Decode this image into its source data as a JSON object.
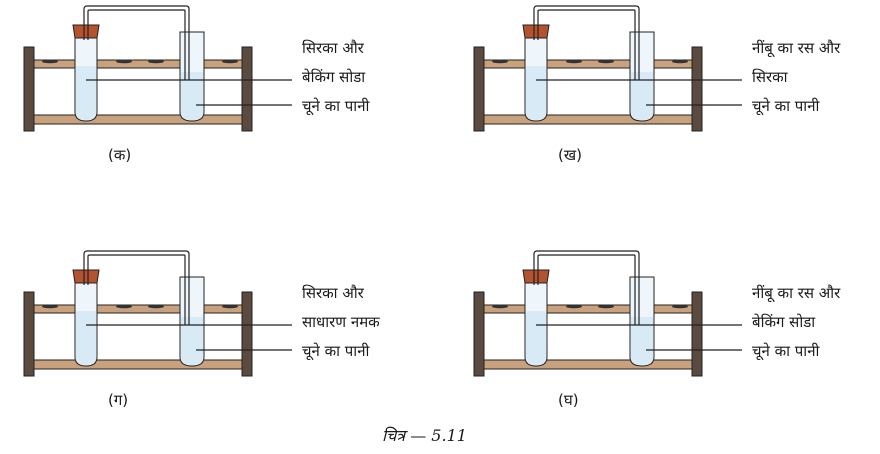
{
  "panels": [
    {
      "id": "ka",
      "caption": "(क)",
      "labels": [
        "सिरका और",
        "बेकिंग सोडा",
        "चूने का पानी"
      ]
    },
    {
      "id": "kha",
      "caption": "(ख)",
      "labels": [
        "नींबू का रस और",
        "सिरका",
        "चूने का पानी"
      ]
    },
    {
      "id": "ga",
      "caption": "(ग)",
      "labels": [
        "सिरका और",
        "साधारण नमक",
        "चूने का पानी"
      ]
    },
    {
      "id": "gha",
      "caption": "(घ)",
      "labels": [
        "नींबू का रस और",
        "बेकिंग सोडा",
        "चूने का पानी"
      ]
    }
  ],
  "figure_caption": "चित्र — 5.11",
  "colors": {
    "rack_wood": "#c9a27d",
    "rack_post": "#5b4a40",
    "stopper": "#b5532f",
    "tube_liquid": "#d7eaf6",
    "tube_glass": "#eef6fb",
    "outline": "#222222"
  }
}
